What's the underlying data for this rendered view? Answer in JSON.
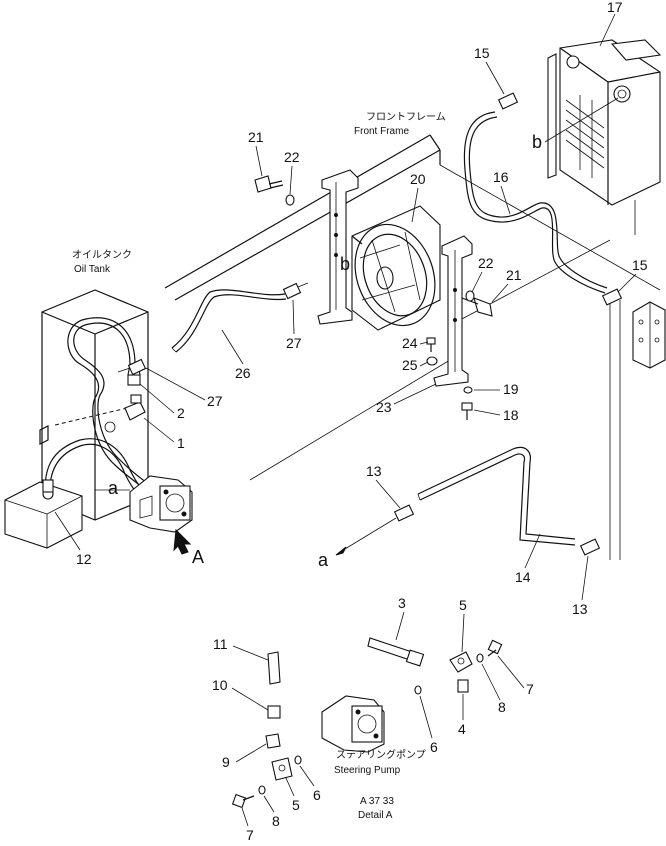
{
  "labels": {
    "front_frame_jp": "フロントフレーム",
    "front_frame_en": "Front Frame",
    "oil_tank_jp": "オイルタンク",
    "oil_tank_en": "Oil Tank",
    "steering_pump_jp": "ステアリングポンプ",
    "steering_pump_en": "Steering Pump",
    "detail_ref": "A 37 33",
    "detail_title": "Detail A",
    "view_arrow": "A",
    "conn_a_left": "a",
    "conn_a_bottom": "a",
    "conn_b_top": "b",
    "conn_b_mid": "b"
  },
  "callouts": {
    "c1": "1",
    "c2": "2",
    "c3": "3",
    "c4": "4",
    "c5a": "5",
    "c5b": "5",
    "c6a": "6",
    "c6b": "6",
    "c7a": "7",
    "c7b": "7",
    "c8a": "8",
    "c8b": "8",
    "c9": "9",
    "c10": "10",
    "c11": "11",
    "c12": "12",
    "c13a": "13",
    "c13b": "13",
    "c14": "14",
    "c15a": "15",
    "c15b": "15",
    "c16": "16",
    "c17": "17",
    "c18": "18",
    "c19": "19",
    "c20": "20",
    "c21a": "21",
    "c21b": "21",
    "c22a": "22",
    "c22b": "22",
    "c23": "23",
    "c24": "24",
    "c25": "25",
    "c26": "26",
    "c27a": "27",
    "c27b": "27"
  }
}
